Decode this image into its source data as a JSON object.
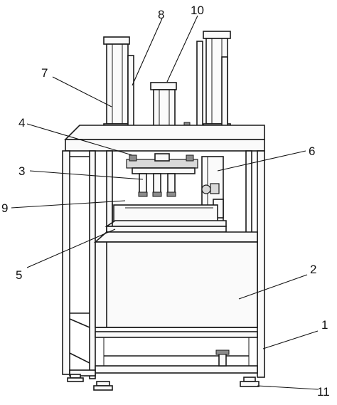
{
  "figure": {
    "labels": [
      {
        "id": "1",
        "text": "1",
        "part": "frame"
      },
      {
        "id": "2",
        "text": "2",
        "part": "lower-cabinet"
      },
      {
        "id": "3",
        "text": "3",
        "part": "punch-pins"
      },
      {
        "id": "4",
        "text": "4",
        "part": "upper-plate"
      },
      {
        "id": "5",
        "text": "5",
        "part": "die-base"
      },
      {
        "id": "6",
        "text": "6",
        "part": "side-mechanism"
      },
      {
        "id": "7",
        "text": "7",
        "part": "left-cylinder"
      },
      {
        "id": "8",
        "text": "8",
        "part": "left-guide-rod"
      },
      {
        "id": "9",
        "text": "9",
        "part": "workpiece-block"
      },
      {
        "id": "10",
        "text": "10",
        "part": "center-cylinder"
      },
      {
        "id": "11",
        "text": "11",
        "part": "foot"
      }
    ]
  }
}
